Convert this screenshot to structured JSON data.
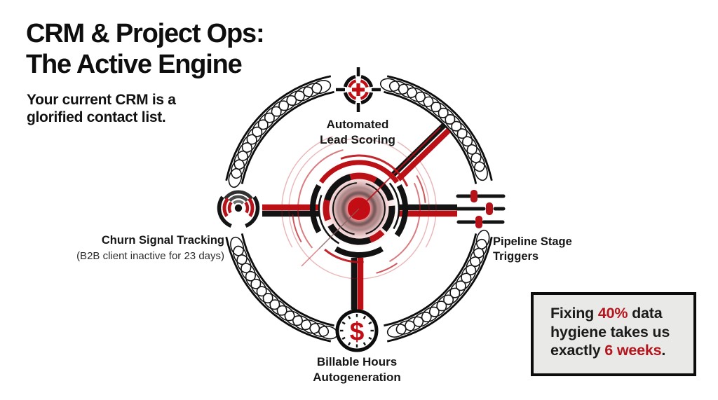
{
  "header": {
    "title_line1": "CRM & Project Ops:",
    "title_line2": "The Active Engine",
    "subtitle_line1": "Your current CRM is a",
    "subtitle_line2": "glorified contact list."
  },
  "diagram": {
    "center": "engine-core",
    "colors": {
      "accent_red": "#bb1016",
      "ink_black": "#141414"
    },
    "nodes": [
      {
        "id": "automated-lead-scoring",
        "icon": "target-crosshair-icon",
        "label_line1": "Automated",
        "label_line2": "Lead Scoring"
      },
      {
        "id": "churn-signal-tracking",
        "icon": "signal-radar-icon",
        "label_line1": "Churn Signal Tracking",
        "label_line2": "(B2B client inactive for 23 days)"
      },
      {
        "id": "pipeline-stage-triggers",
        "icon": "sliders-icon",
        "label_line1": "Pipeline Stage",
        "label_line2": "Triggers"
      },
      {
        "id": "billable-hours-autogeneration",
        "icon": "clock-dollar-icon",
        "label_line1": "Billable Hours",
        "label_line2": "Autogeneration"
      }
    ]
  },
  "icons": {
    "dollar_glyph": "$"
  },
  "callout": {
    "lines": [
      {
        "segs": [
          {
            "t": "Fixing "
          },
          {
            "t": "40%"
          },
          {
            "t": " data"
          }
        ]
      },
      {
        "segs": [
          {
            "t": "hygiene takes us"
          }
        ]
      },
      {
        "segs": [
          {
            "t": "exactly "
          },
          {
            "t": "6 weeks"
          },
          {
            "t": "."
          }
        ]
      }
    ]
  }
}
